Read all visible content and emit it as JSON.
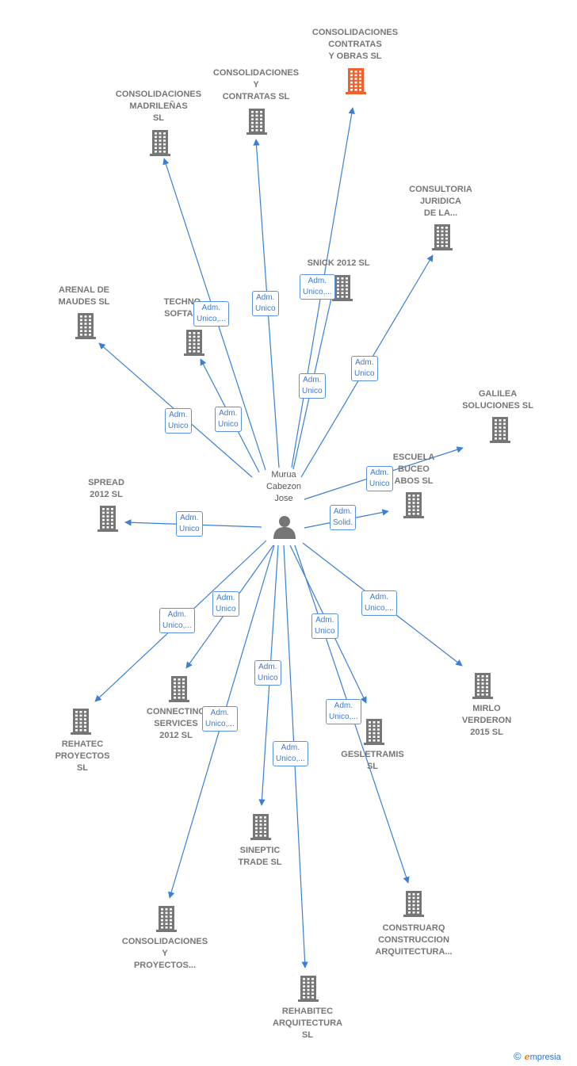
{
  "center": {
    "label": "Murua\nCabezon\nJose"
  },
  "colors": {
    "edge": "#3a7fd5",
    "building": "#767676",
    "highlight": "#f0612b",
    "tag": "#3b7ad0"
  },
  "nodes": [
    {
      "id": "n1",
      "label": "CONSOLIDACIONES\nCONTRATAS\nY OBRAS  SL",
      "highlight": true
    },
    {
      "id": "n2",
      "label": "CONSOLIDACIONES\nY\nCONTRATAS SL"
    },
    {
      "id": "n3",
      "label": "CONSOLIDACIONES\nMADRILEÑAS\nSL"
    },
    {
      "id": "n4",
      "label": "CONSULTORIA\nJURIDICA\nDE LA..."
    },
    {
      "id": "n5",
      "label": "SNICK 2012 SL"
    },
    {
      "id": "n6",
      "label": "ARENAL DE\nMAUDES  SL"
    },
    {
      "id": "n7",
      "label": "TECHNO\nSOFTA..."
    },
    {
      "id": "n8",
      "label": "GALILEA\nSOLUCIONES SL"
    },
    {
      "id": "n9",
      "label": "ESCUELA\nBUCEO\nABOS SL"
    },
    {
      "id": "n10",
      "label": "SPREAD\n2012 SL"
    },
    {
      "id": "n11",
      "label": "MIRLO\nVERDERON\n2015  SL"
    },
    {
      "id": "n12",
      "label": "CONNECTING\nSERVICES\n2012 SL"
    },
    {
      "id": "n13",
      "label": "REHATEC\nPROYECTOS\nSL"
    },
    {
      "id": "n14",
      "label": "GESLETRAMIS\nSL"
    },
    {
      "id": "n15",
      "label": "SINEPTIC\nTRADE SL"
    },
    {
      "id": "n16",
      "label": "CONSTRUARQ\nCONSTRUCCION\nARQUITECTURA..."
    },
    {
      "id": "n17",
      "label": "CONSOLIDACIONES\nY\nPROYECTOS..."
    },
    {
      "id": "n18",
      "label": "REHABITEC\nARQUITECTURA\nSL"
    }
  ],
  "edges": [
    {
      "to": "n1",
      "label": "Adm.\nUnico,..."
    },
    {
      "to": "n2",
      "label": "Adm.\nUnico"
    },
    {
      "to": "n3",
      "label": "Adm.\nUnico,..."
    },
    {
      "to": "n4",
      "label": "Adm.\nUnico"
    },
    {
      "to": "n5",
      "label": "Adm.\nUnico"
    },
    {
      "to": "n6",
      "label": "Adm.\nUnico"
    },
    {
      "to": "n7",
      "label": "Adm.\nUnico"
    },
    {
      "to": "n8",
      "label": "Adm.\nUnico"
    },
    {
      "to": "n9",
      "label": "Adm.\nSolid."
    },
    {
      "to": "n10",
      "label": "Adm.\nUnico"
    },
    {
      "to": "n11",
      "label": "Adm.\nUnico,..."
    },
    {
      "to": "n12",
      "label": "Adm.\nUnico"
    },
    {
      "to": "n13",
      "label": "Adm.\nUnico,..."
    },
    {
      "to": "n14",
      "label": "Adm.\nUnico"
    },
    {
      "to": "n15",
      "label": "Adm.\nUnico"
    },
    {
      "to": "n16",
      "label": "Adm.\nUnico,..."
    },
    {
      "to": "n17",
      "label": "Adm.\nUnico,..."
    },
    {
      "to": "n18",
      "label": "Adm.\nUnico,..."
    }
  ],
  "footer": {
    "copyright": "©",
    "brand_initial": "e",
    "brand_rest": "mpresia"
  }
}
